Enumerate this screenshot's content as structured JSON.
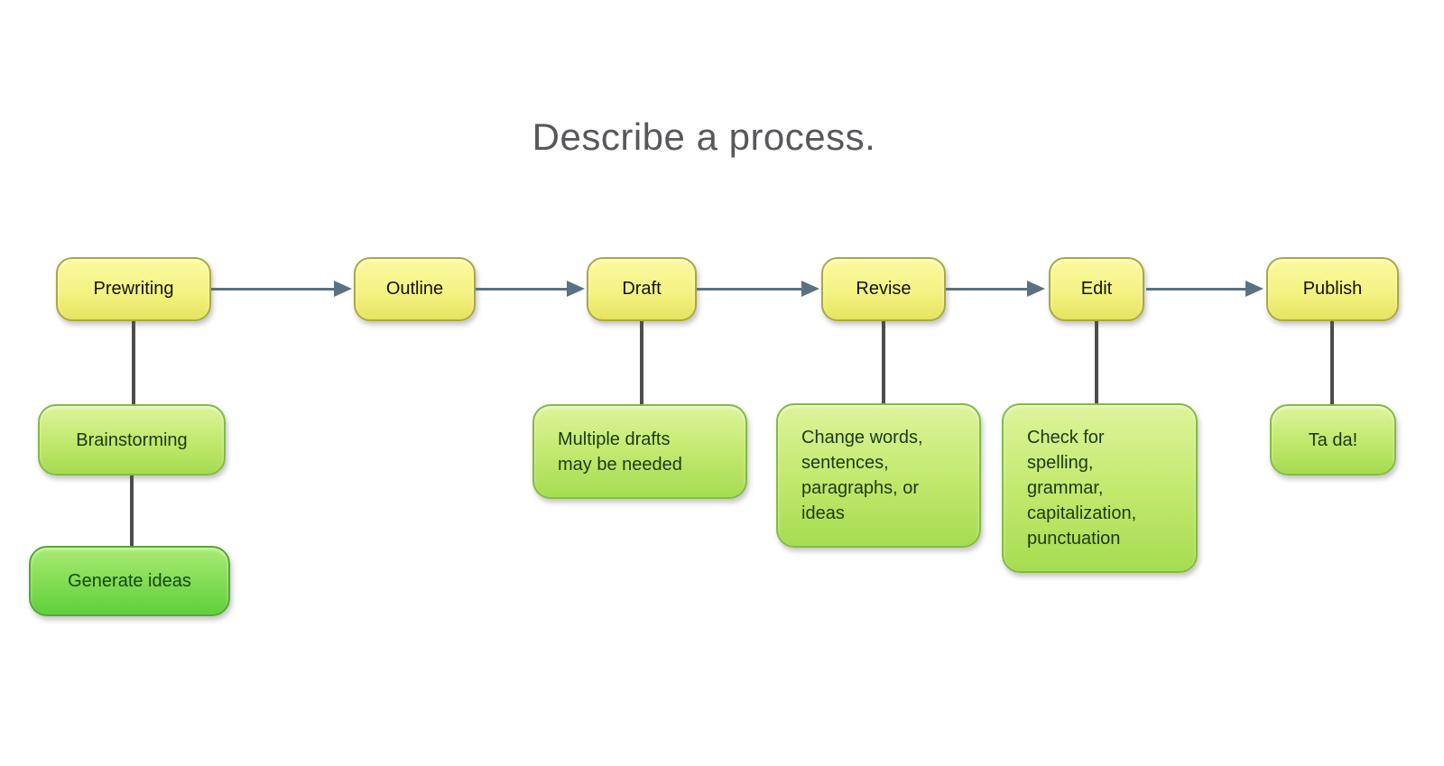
{
  "title": "Describe a process.",
  "flow": {
    "steps": [
      {
        "id": "prewriting",
        "label": "Prewriting"
      },
      {
        "id": "outline",
        "label": "Outline"
      },
      {
        "id": "draft",
        "label": "Draft"
      },
      {
        "id": "revise",
        "label": "Revise"
      },
      {
        "id": "edit",
        "label": "Edit"
      },
      {
        "id": "publish",
        "label": "Publish"
      }
    ],
    "notes": [
      {
        "id": "brainstorming",
        "parent": "Prewriting",
        "label": "Brainstorming"
      },
      {
        "id": "generate-ideas",
        "parent": "Brainstorming",
        "label": "Generate ideas"
      },
      {
        "id": "multiple-drafts",
        "parent": "Draft",
        "label": "Multiple drafts\nmay be needed"
      },
      {
        "id": "change-words",
        "parent": "Revise",
        "label": "Change words,\nsentences,\nparagraphs, or\nideas"
      },
      {
        "id": "check-spelling",
        "parent": "Edit",
        "label": "Check for\nspelling,\ngrammar,\ncapitalization,\npunctuation"
      },
      {
        "id": "ta-da",
        "parent": "Publish",
        "label": "Ta da!"
      }
    ]
  },
  "colors": {
    "title_text": "#57585b",
    "step_fill_top": "#fbfa9e",
    "step_fill_bottom": "#e6e45f",
    "step_border": "#a9a93f",
    "note_fill_top": "#ddf49b",
    "note_fill_bottom": "#a6dc51",
    "note_border": "#84ba43",
    "note2_fill_top": "#a8ec74",
    "note2_fill_bottom": "#5ed03b",
    "note2_border": "#54a830",
    "arrow": "#5b7181",
    "connector": "#4d4d4d"
  }
}
